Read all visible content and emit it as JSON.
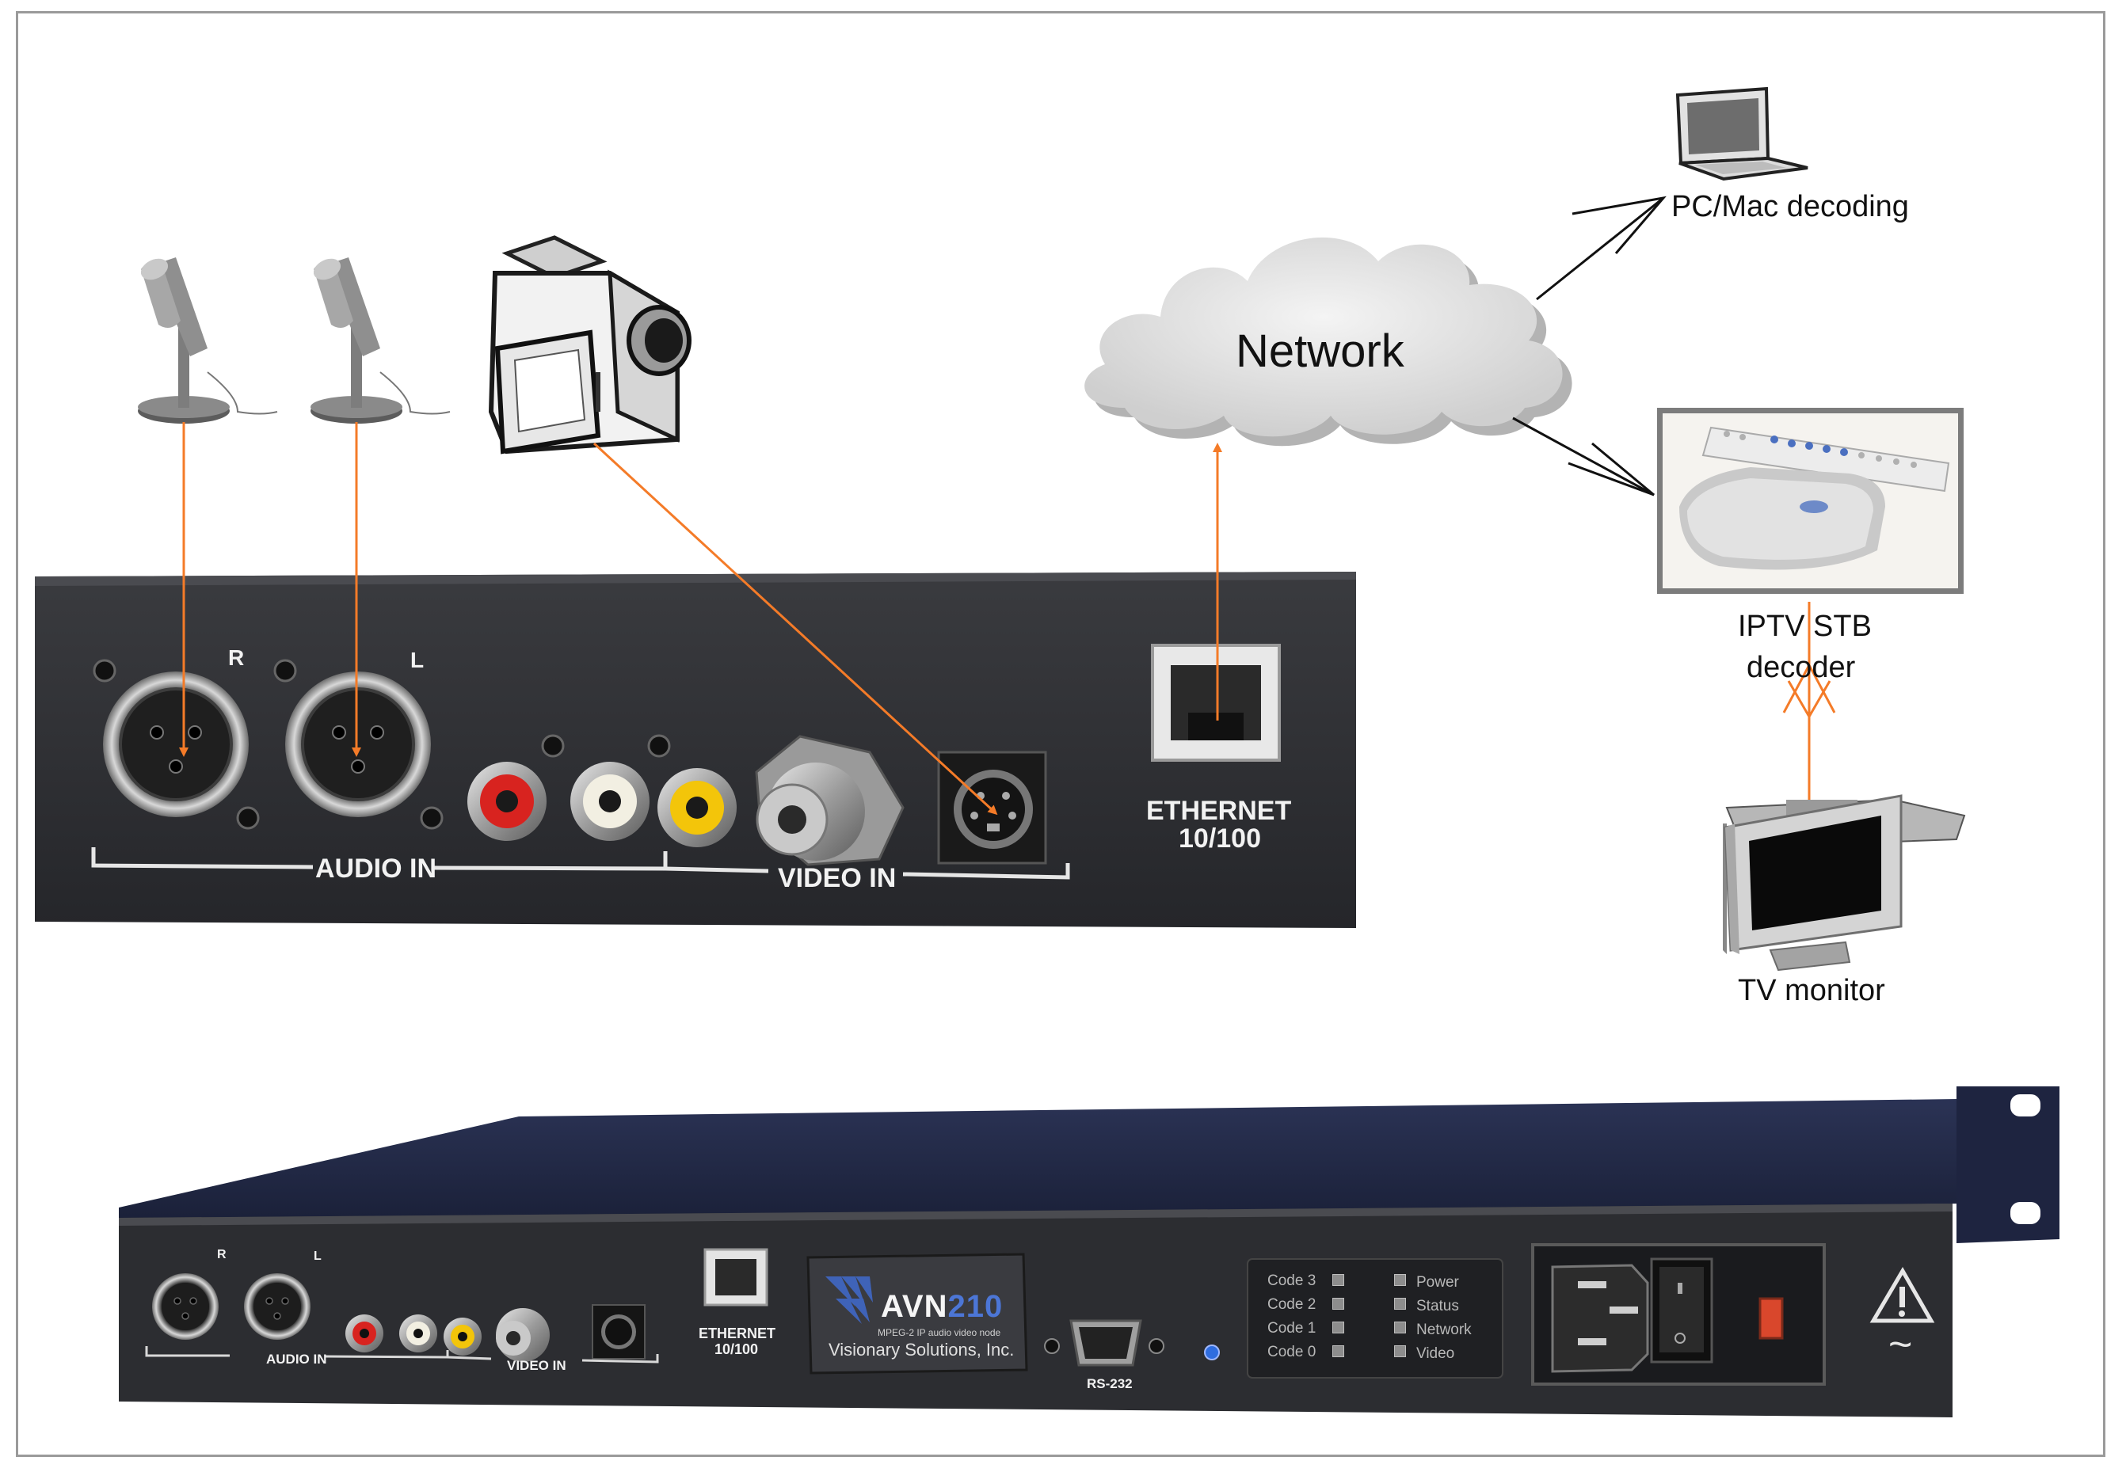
{
  "colors": {
    "arrow": "#f47b28",
    "panel": "#2d2e31",
    "chassis": "#232a45",
    "cloud": "#dedede",
    "frame": "#9a9a9a"
  },
  "network": {
    "label": "Network"
  },
  "destinations": {
    "pc": "PC/Mac decoding",
    "stb_line1": "IPTV STB",
    "stb_line2": "decoder",
    "tv": "TV monitor"
  },
  "closeup_panel": {
    "r_label": "R",
    "l_label": "L",
    "audio_in": "AUDIO IN",
    "video_in": "VIDEO IN",
    "ethernet_line1": "ETHERNET",
    "ethernet_line2": "10/100"
  },
  "rack_unit": {
    "r_label": "R",
    "l_label": "L",
    "audio_in": "AUDIO IN",
    "video_in": "VIDEO IN",
    "ethernet_line1": "ETHERNET",
    "ethernet_line2": "10/100",
    "brand_prefix": "AVN",
    "brand_number": "210",
    "brand_tagline": "MPEG-2 IP audio video node",
    "company": "Visionary Solutions, Inc.",
    "rs232": "RS-232",
    "codes": [
      "Code 3",
      "Code 2",
      "Code 1",
      "Code 0"
    ],
    "status_leds": [
      "Power",
      "Status",
      "Network",
      "Video"
    ],
    "tilde": "~"
  }
}
